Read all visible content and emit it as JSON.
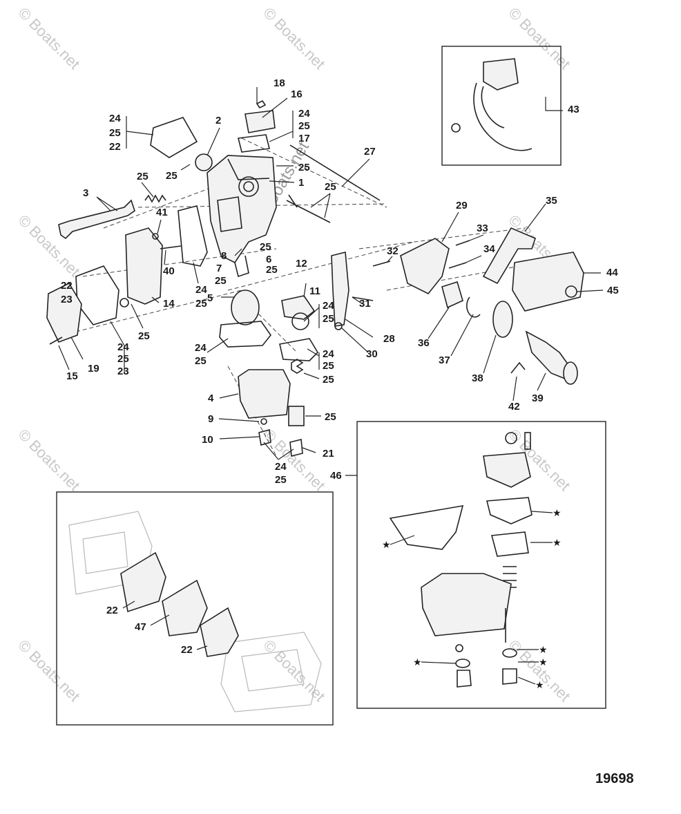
{
  "watermark": "© Boats.net",
  "figure_number": "19698",
  "star_symbol": "★",
  "callouts": {
    "c1": "1",
    "c2": "2",
    "c3": "3",
    "c4": "4",
    "c5": "5",
    "c6": "6",
    "c7": "7",
    "c8": "8",
    "c9": "9",
    "c10": "10",
    "c11": "11",
    "c12": "12",
    "c14": "14",
    "c15": "15",
    "c16": "16",
    "c17": "17",
    "c18": "18",
    "c19": "19",
    "c21": "21",
    "c22": "22",
    "c23": "23",
    "c24": "24",
    "c25": "25",
    "c27": "27",
    "c28": "28",
    "c29": "29",
    "c30": "30",
    "c31": "31",
    "c32": "32",
    "c33": "33",
    "c34": "34",
    "c35": "35",
    "c36": "36",
    "c37": "37",
    "c38": "38",
    "c39": "39",
    "c40": "40",
    "c41": "41",
    "c42": "42",
    "c43": "43",
    "c44": "44",
    "c45": "45",
    "c46": "46",
    "c47": "47"
  }
}
